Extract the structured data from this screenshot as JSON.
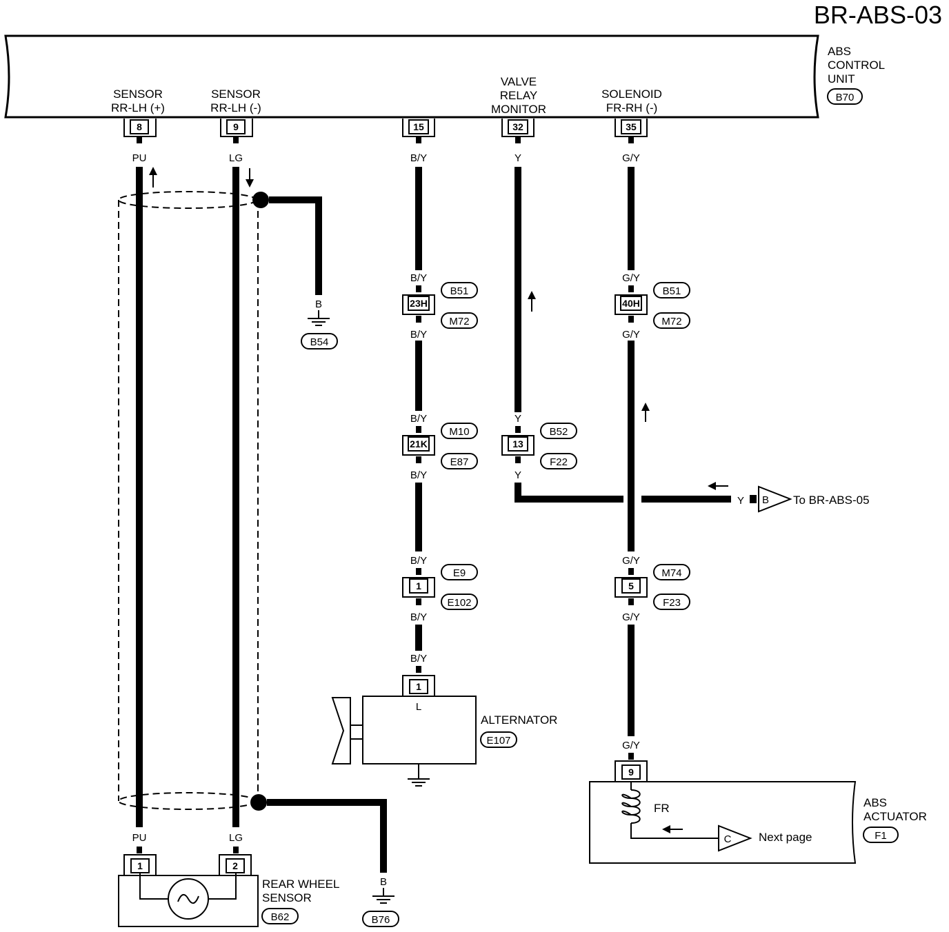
{
  "page_title": "BR-ABS-03",
  "abs_control_unit": {
    "name_line1": "ABS",
    "name_line2": "CONTROL",
    "name_line3": "UNIT",
    "connector": "B70"
  },
  "sensor_plus": {
    "line1": "SENSOR",
    "line2": "RR-LH (+)",
    "pin": "8",
    "wire_top": "PU",
    "wire_bottom": "PU"
  },
  "sensor_minus": {
    "line1": "SENSOR",
    "line2": "RR-LH (-)",
    "pin": "9",
    "wire_top": "LG",
    "wire_bottom": "LG"
  },
  "circuit15": {
    "pin": "15",
    "wire_top": "B/Y",
    "j1": {
      "wire_above": "B/Y",
      "pin": "23H",
      "conn_top": "B51",
      "conn_bottom": "M72",
      "wire_below": "B/Y"
    },
    "j2": {
      "wire_above": "B/Y",
      "pin": "21K",
      "conn_top": "M10",
      "conn_bottom": "E87",
      "wire_below": "B/Y"
    },
    "j3": {
      "wire_above": "B/Y",
      "pin": "1",
      "conn_top": "E9",
      "conn_bottom": "E102",
      "wire_below": "B/Y"
    },
    "alt_wire": "B/Y",
    "alt_pin": "1",
    "alt_terminal": "L"
  },
  "valve_relay": {
    "line1": "VALVE",
    "line2": "RELAY",
    "line3": "MONITOR",
    "pin": "32",
    "wire_top": "Y",
    "j": {
      "wire_above": "Y",
      "pin": "13",
      "conn_top": "B52",
      "conn_bottom": "F22",
      "wire_below": "Y"
    }
  },
  "solenoid": {
    "line1": "SOLENOID",
    "line2": "FR-RH (-)",
    "pin": "35",
    "wire_top": "G/Y",
    "j1": {
      "wire_above": "G/Y",
      "pin": "40H",
      "conn_top": "B51",
      "conn_bottom": "M72",
      "wire_below": "G/Y"
    },
    "j2": {
      "wire_above": "G/Y",
      "pin": "5",
      "conn_top": "M74",
      "conn_bottom": "F23",
      "wire_below": "G/Y"
    },
    "act_wire": "G/Y",
    "act_pin": "9"
  },
  "to_b": {
    "wire": "Y",
    "connector": "B",
    "label": "To BR-ABS-05"
  },
  "ground_b54": {
    "wire": "B",
    "connector": "B54"
  },
  "ground_b76": {
    "wire": "B",
    "connector": "B76"
  },
  "alternator": {
    "name": "ALTERNATOR",
    "connector": "E107"
  },
  "actuator": {
    "name_line1": "ABS",
    "name_line2": "ACTUATOR",
    "connector": "F1",
    "coil": "FR",
    "next_connector": "C",
    "next_label": "Next page"
  },
  "rear_sensor": {
    "line1": "REAR WHEEL",
    "line2": "SENSOR",
    "connector": "B62",
    "pin1": "1",
    "pin2": "2"
  }
}
